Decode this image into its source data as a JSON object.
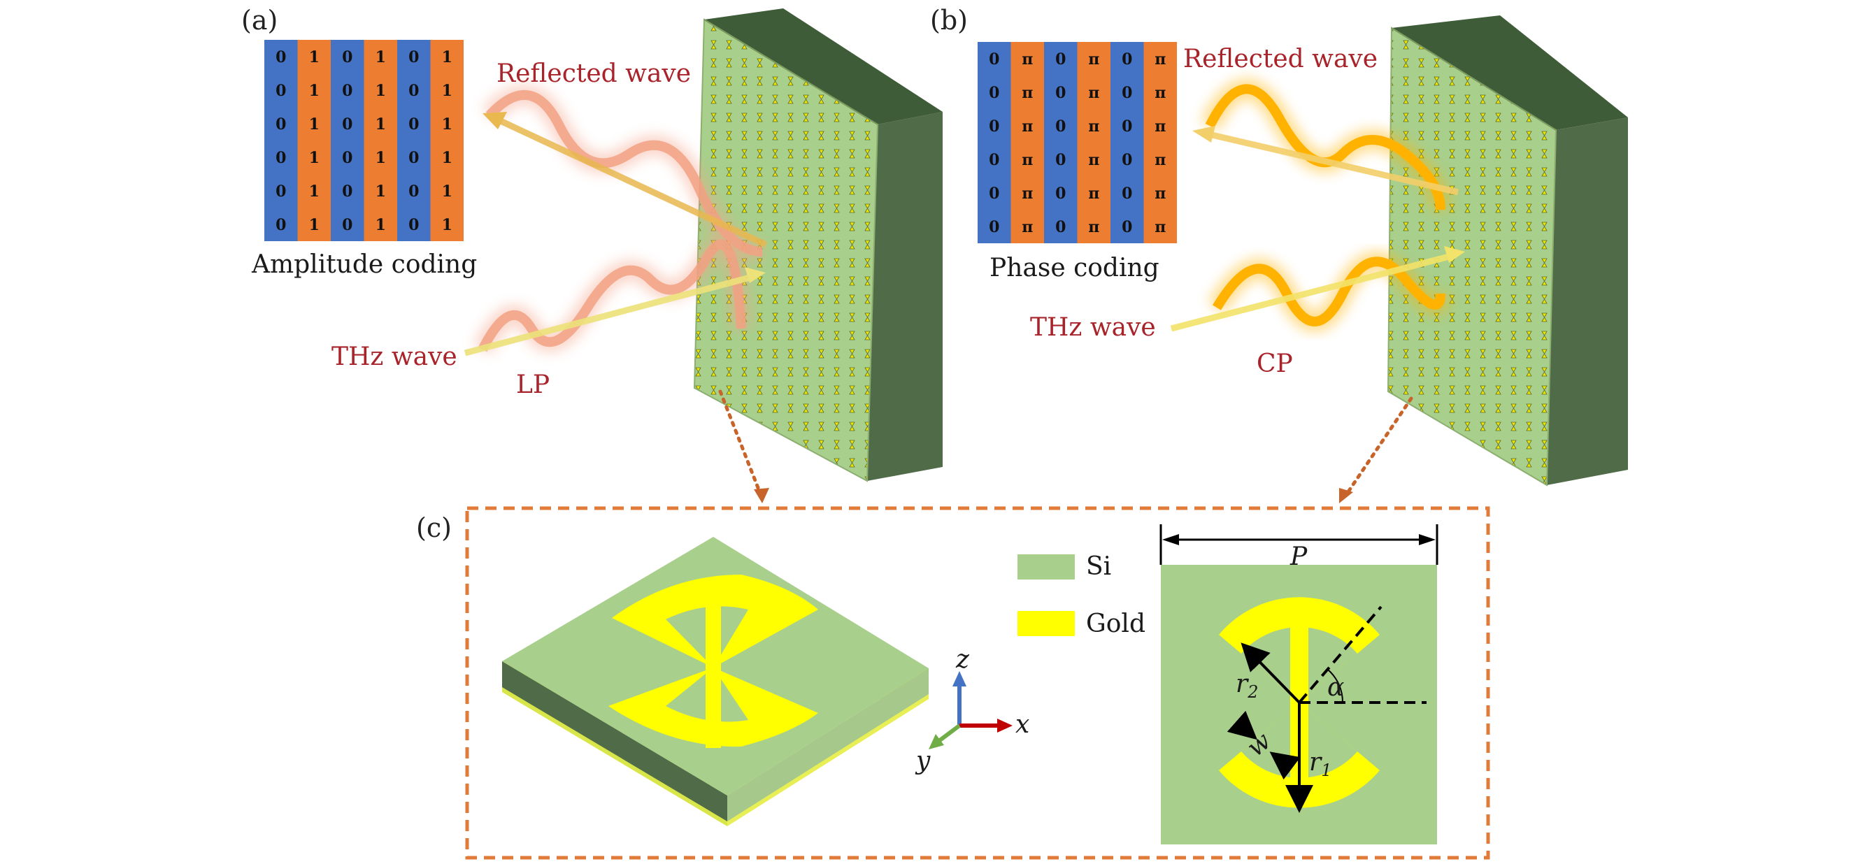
{
  "panels": {
    "a": {
      "label": "(a)",
      "matrix_rows": [
        [
          "0",
          "1",
          "0",
          "1",
          "0",
          "1"
        ],
        [
          "0",
          "1",
          "0",
          "1",
          "0",
          "1"
        ],
        [
          "0",
          "1",
          "0",
          "1",
          "0",
          "1"
        ],
        [
          "0",
          "1",
          "0",
          "1",
          "0",
          "1"
        ],
        [
          "0",
          "1",
          "0",
          "1",
          "0",
          "1"
        ],
        [
          "0",
          "1",
          "0",
          "1",
          "0",
          "1"
        ]
      ],
      "matrix_caption": "Amplitude coding",
      "reflected_label": "Reflected wave",
      "incident_label": "THz wave",
      "polarization_label": "LP"
    },
    "b": {
      "label": "(b)",
      "matrix_rows": [
        [
          "0",
          "π",
          "0",
          "π",
          "0",
          "π"
        ],
        [
          "0",
          "π",
          "0",
          "π",
          "0",
          "π"
        ],
        [
          "0",
          "π",
          "0",
          "π",
          "0",
          "π"
        ],
        [
          "0",
          "π",
          "0",
          "π",
          "0",
          "π"
        ],
        [
          "0",
          "π",
          "0",
          "π",
          "0",
          "π"
        ],
        [
          "0",
          "π",
          "0",
          "π",
          "0",
          "π"
        ]
      ],
      "matrix_caption": "Phase coding",
      "reflected_label": "Reflected wave",
      "incident_label": "THz wave",
      "polarization_label": "CP"
    },
    "c": {
      "label": "(c)",
      "legend": [
        {
          "name": "Si",
          "color": "#a8cf8c"
        },
        {
          "name": "Gold",
          "color": "#ffff00"
        }
      ],
      "axes": {
        "z": "z",
        "x": "x",
        "y": "y"
      },
      "dimensions": {
        "period": "P",
        "outer_radius": "r",
        "outer_radius_sub": "2",
        "inner_radius": "r",
        "inner_radius_sub": "1",
        "width": "w",
        "angle": "α"
      }
    }
  },
  "colors": {
    "blue": "#4472c4",
    "orange": "#ed7d31",
    "si_green": "#a8cf8c",
    "dark_green": "#506b47",
    "gold": "#ffff00",
    "label_red": "#a8232a",
    "dash_box": "#e07b39"
  }
}
